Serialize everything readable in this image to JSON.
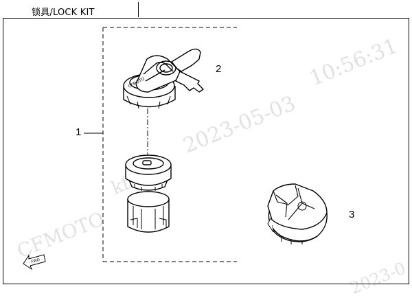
{
  "header": {
    "title": "锁具/LOCK KIT"
  },
  "callouts": {
    "assembly": "1",
    "key_lock": "2",
    "fuel_cap": "3"
  },
  "key_brand": "CFMOTO",
  "watermark": {
    "brand": "CFMOTO",
    "partial": "kf",
    "date": "2023-05-03",
    "time": "10:56:31",
    "date_fragment": "2023-0"
  },
  "direction_arrow_label": "FWD"
}
